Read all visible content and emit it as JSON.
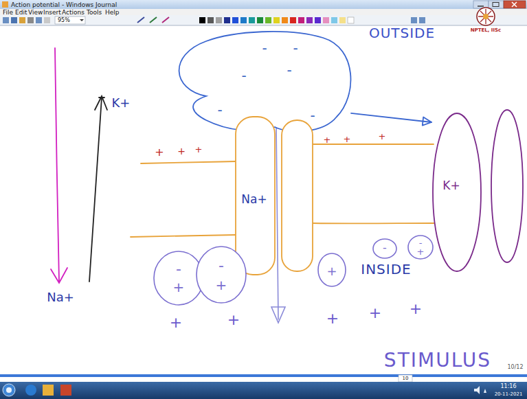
{
  "diagram": {
    "nodes": [
      {
        "text": [
          "-",
          "-",
          "-",
          "-",
          "-",
          "-",
          "-"
        ]
      },
      {
        "text": [
          "Na+"
        ]
      },
      {
        "text": [
          "K+"
        ]
      },
      {
        "text": [
          "-",
          "+"
        ]
      },
      {
        "text": [
          "-",
          "+"
        ]
      },
      {
        "text": [
          "+"
        ]
      },
      {
        "text": [
          "-"
        ]
      },
      {
        "text": [
          "-",
          "+"
        ]
      }
    ],
    "edges": [
      {
        "from": 0,
        "to": 2,
        "arrow": "to"
      }
    ],
    "labels": [
      "Action potential - Windows Journal",
      "File",
      "Edit",
      "View",
      "Insert",
      "Actions",
      "Tools",
      "Help",
      "95%",
      "NPTEL, IISc",
      "OUTSIDE",
      "K+",
      "Na+",
      "+",
      "+",
      "+",
      "+",
      "+",
      "+",
      "INSIDE",
      "+",
      "+",
      "+",
      "+",
      "+",
      "STIMULUS",
      "10/12",
      "10",
      "11:16",
      "20-11-2021"
    ]
  }
}
